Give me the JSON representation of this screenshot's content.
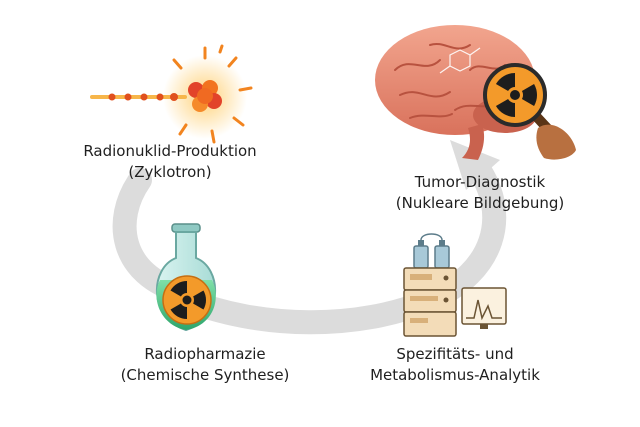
{
  "steps": [
    {
      "title": "Radionuklid-Produktion",
      "subtitle": "(Zyklotron)"
    },
    {
      "title": "Tumor-Diagnostik",
      "subtitle": "(Nukleare Bildgebung)"
    },
    {
      "title": "Spezifitäts- und",
      "subtitle": "Metabolismus-Analytik"
    },
    {
      "title": "Radiopharmazie",
      "subtitle": "(Chemische Synthese)"
    }
  ],
  "icons": {
    "cyclotron": "cyclotron-particle-icon",
    "brain": "brain-magnifier-icon",
    "analytics": "lab-analyzer-icon",
    "flask": "radioactive-flask-icon"
  },
  "colors": {
    "cycle_arrow": "#d9d9d9",
    "radiation_orange": "#f28a1e",
    "radiation_black": "#1d1d1d",
    "brain_pink": "#e8907a",
    "flask_liquid": "#3fbf83"
  }
}
